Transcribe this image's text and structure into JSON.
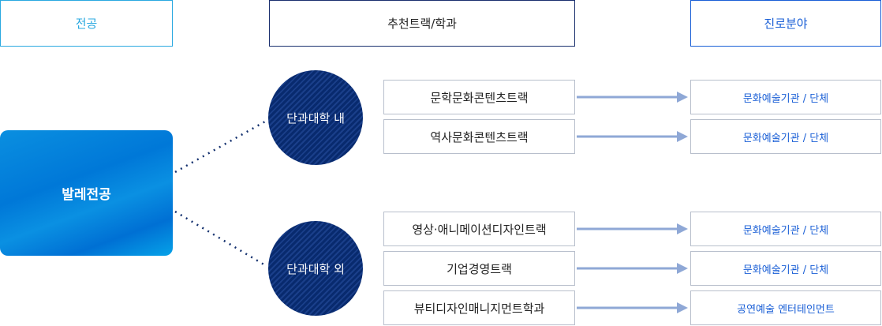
{
  "headers": {
    "major": "전공",
    "track": "추천트랙/학과",
    "career": "진로분야"
  },
  "major": "발레전공",
  "groups": [
    {
      "label": "단과대학 내",
      "rows": [
        {
          "track": "문학문화콘텐츠트랙",
          "career": "문화예술기관 / 단체"
        },
        {
          "track": "역사문화콘텐츠트랙",
          "career": "문화예술기관 / 단체"
        }
      ]
    },
    {
      "label": "단과대학 외",
      "rows": [
        {
          "track": "영상·애니메이션디자인트랙",
          "career": "문화예술기관 / 단체"
        },
        {
          "track": "기업경영트랙",
          "career": "문화예술기관 / 단체"
        },
        {
          "track": "뷰티디자인매니지먼트학과",
          "career": "공연예술 엔터테인먼트"
        }
      ]
    }
  ],
  "colors": {
    "major_accent": "#29a8e0",
    "track_accent": "#1a2f6e",
    "career_accent": "#1a5fd6",
    "arrow": "#8fa8d6"
  }
}
